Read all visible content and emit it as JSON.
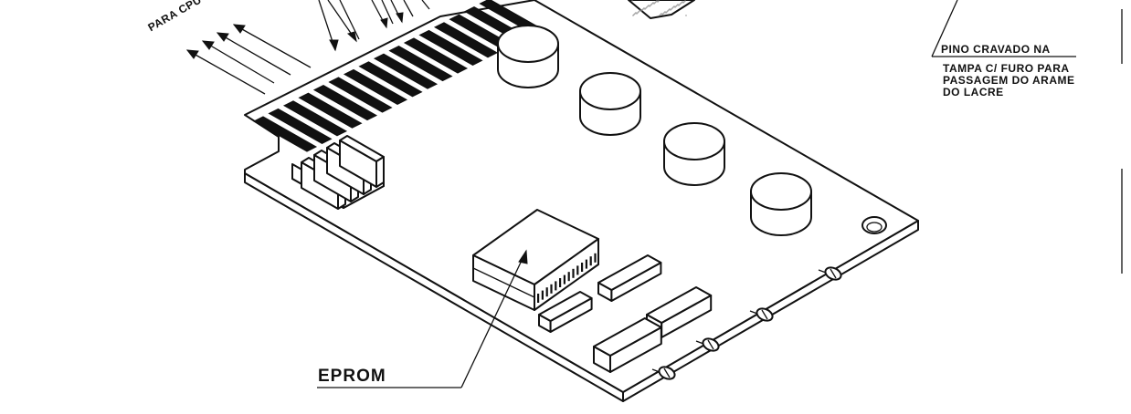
{
  "labels": {
    "para_cpu": "PARA CPU",
    "eprom": "EPROM",
    "pin_note": [
      "PINO CRAVADO NA",
      "TAMPA C/ FURO PARA",
      "PASSAGEM DO ARAME",
      "DO LACRE"
    ]
  },
  "colors": {
    "ink": "#111111",
    "paper": "#ffffff",
    "texture": "#888888"
  },
  "parts": {
    "edge_connector_pins": 16,
    "capacitors": 4,
    "leds": 4,
    "small_chips": 4,
    "heatsink_fins": 4
  }
}
